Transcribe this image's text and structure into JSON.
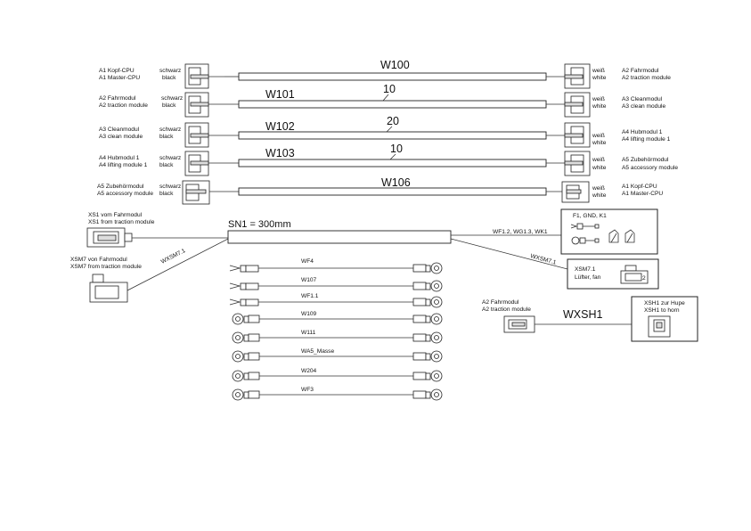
{
  "cables": [
    {
      "id": "W100",
      "length": "",
      "left": {
        "line1": "A1 Kopf-CPU",
        "line2": "A1 Master-CPU",
        "color1": "schwarz",
        "color2": "black"
      },
      "right": {
        "line1": "A2 Fahrmodul",
        "line2": "A2 traction module",
        "color1": "weiß",
        "color2": "white"
      }
    },
    {
      "id": "W101",
      "length": "10",
      "left": {
        "line1": "A2 Fahrmodul",
        "line2": "A2 traction module",
        "color1": "schwarz",
        "color2": "black"
      },
      "right": {
        "line1": "A3 Cleanmodul",
        "line2": "A3 clean module",
        "color1": "weiß",
        "color2": "white"
      }
    },
    {
      "id": "W102",
      "length": "20",
      "left": {
        "line1": "A3 Cleanmodul",
        "line2": "A3 clean module",
        "color1": "schwarz",
        "color2": "black"
      },
      "right": {
        "line1": "A4 Hubmodul 1",
        "line2": "A4 lifting module 1",
        "color1": "weiß",
        "color2": "white"
      }
    },
    {
      "id": "W103",
      "length": "10",
      "left": {
        "line1": "A4 Hubmodul 1",
        "line2": "A4 lifting module 1",
        "color1": "schwarz",
        "color2": "black"
      },
      "right": {
        "line1": "A5 Zubehörmodul",
        "line2": "A5 accessory module",
        "color1": "weiß",
        "color2": "white"
      }
    },
    {
      "id": "W106",
      "length": "",
      "left": {
        "line1": "A5 Zubehörmodul",
        "line2": "A5 accessory module",
        "color1": "schwarz",
        "color2": "black"
      },
      "right": {
        "line1": "A1 Kopf-CPU",
        "line2": "A1 Master-CPU",
        "color1": "weiß",
        "color2": "white"
      }
    }
  ],
  "harness": {
    "label": "SN1 = 300mm",
    "left_top": {
      "line1": "XS1 vom Fahrmodul",
      "line2": "XS1 from traction module"
    },
    "left_bottom": {
      "line1": "XSM7 von Fahrmodul",
      "line2": "XSM7 from traction module"
    },
    "left_branch_label": "WXSM7.1",
    "right_branch_label": "WXSM7.1",
    "right_top_label": "WF1.2, WG1.3, WK1",
    "box_terminals_title": "F1, GND, K1",
    "box_fan": {
      "line1": "XSM7.1",
      "line2": "Lüfter, fan",
      "pin": "2"
    }
  },
  "ground_wires": [
    {
      "label": "WF4",
      "left": "fork"
    },
    {
      "label": "W107",
      "left": "fork"
    },
    {
      "label": "WF1.1",
      "left": "fork"
    },
    {
      "label": "W109",
      "left": "ring"
    },
    {
      "label": "W111",
      "left": "ring"
    },
    {
      "label": "WA5_Masse",
      "left": "ring"
    },
    {
      "label": "W204",
      "left": "ring"
    },
    {
      "label": "WF3",
      "left": "ring"
    }
  ],
  "horn": {
    "id": "WXSH1",
    "left": {
      "line1": "A2 Fahrmodul",
      "line2": "A2 traction module"
    },
    "box": {
      "line1": "XSH1 zur Hupe",
      "line2": "XSH1 to horn"
    }
  }
}
